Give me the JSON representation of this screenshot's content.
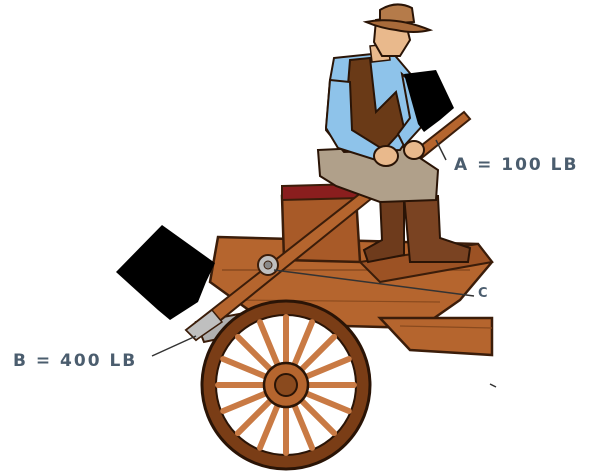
{
  "labels": {
    "force_a": "A = 100 LB",
    "force_b": "B = 400 LB",
    "pivot_c": "C"
  },
  "colors": {
    "label_text": "#4b5d6e",
    "arrow_fill": "#000000",
    "wood": "#b5652e",
    "wood_dark": "#7a3d16",
    "wheel_spoke": "#c97a44",
    "seat_red": "#8a1e1e",
    "shirt_blue": "#8ec3ea",
    "vest_brown": "#6a3a17",
    "pants_tan": "#b0a08a",
    "boots_brown": "#6e3b1c",
    "hat_tan": "#b57b4a"
  },
  "icons": {
    "force_arrow_a": "arrow-up-left-icon",
    "force_arrow_b": "arrow-down-left-icon",
    "pivot": "bolt-icon"
  }
}
